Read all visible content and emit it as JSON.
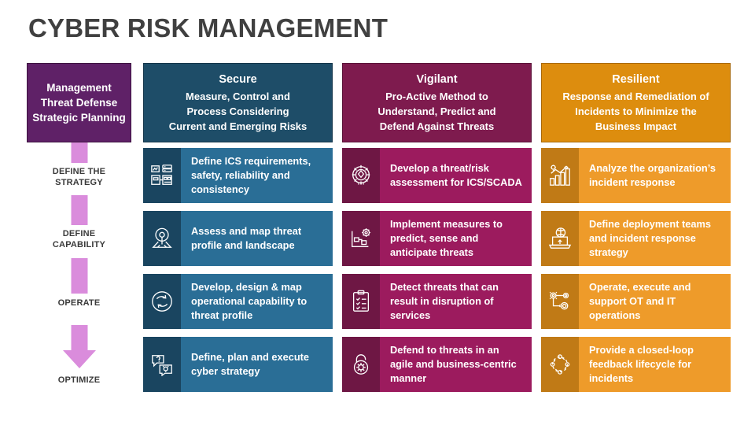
{
  "page": {
    "title": "CYBER RISK MANAGEMENT",
    "background": "#ffffff",
    "title_color": "#404040"
  },
  "colors": {
    "management_purple": "#5F2167",
    "arrow_pink": "#DA8CDC",
    "secure_header": "#1E4D68",
    "secure_icon": "#1A4560",
    "secure_body": "#2A6E96",
    "vigilant_header": "#7E1B4E",
    "vigilant_icon": "#6E1744",
    "vigilant_body": "#9C1B5E",
    "resilient_header": "#DD8D0E",
    "resilient_icon": "#C07A16",
    "resilient_body": "#EE9B2A"
  },
  "management": {
    "line1": "Management",
    "line2": "Threat Defense",
    "line3": "Strategic Planning"
  },
  "stages": [
    {
      "label": "DEFINE THE\nSTRATEGY",
      "line1": "DEFINE THE",
      "line2": "STRATEGY"
    },
    {
      "label": "DEFINE\nCAPABILITY",
      "line1": "DEFINE",
      "line2": "CAPABILITY"
    },
    {
      "label": "OPERATE",
      "line1": "OPERATE",
      "line2": ""
    },
    {
      "label": "OPTIMIZE",
      "line1": "OPTIMIZE",
      "line2": ""
    }
  ],
  "columns": [
    {
      "key": "secure",
      "title": "Secure",
      "subtitle_line1": "Measure, Control and",
      "subtitle_line2": "Process Considering",
      "subtitle_line3": "Current and Emerging Risks",
      "rows": [
        {
          "text": "Define ICS requirements, safety, reliability and consistency",
          "icon": "factory-server-icon"
        },
        {
          "text": "Assess and map threat profile and landscape",
          "icon": "map-pin-icon"
        },
        {
          "text": "Develop, design & map operational capability to threat profile",
          "icon": "cycle-arrows-icon"
        },
        {
          "text": "Define, plan and execute cyber strategy",
          "icon": "question-idea-icon"
        }
      ]
    },
    {
      "key": "vigilant",
      "title": "Vigilant",
      "subtitle_line1": "Pro-Active Method to",
      "subtitle_line2": "Understand, Predict and",
      "subtitle_line3": "Defend Against Threats",
      "rows": [
        {
          "text": "Develop a threat/risk assessment for ICS/SCADA",
          "icon": "radar-target-icon"
        },
        {
          "text": "Implement measures to predict, sense and anticipate threats",
          "icon": "blueprint-gear-icon"
        },
        {
          "text": "Detect threats that can result in disruption of services",
          "icon": "clipboard-checklist-icon"
        },
        {
          "text": "Defend to threats in an agile and business-centric manner",
          "icon": "padlock-gear-icon"
        }
      ]
    },
    {
      "key": "resilient",
      "title": "Resilient",
      "subtitle_line1": "Response and Remediation of",
      "subtitle_line2": "Incidents to Minimize the",
      "subtitle_line3": "Business Impact",
      "rows": [
        {
          "text": "Analyze the organization’s incident response",
          "icon": "bar-chart-gear-icon"
        },
        {
          "text": "Define deployment teams and incident response strategy",
          "icon": "laptop-deploy-icon"
        },
        {
          "text": "Operate, execute and support OT and IT operations",
          "icon": "node-network-icon"
        },
        {
          "text": "Provide a closed-loop feedback lifecycle for incidents",
          "icon": "closed-loop-icon"
        }
      ]
    }
  ]
}
